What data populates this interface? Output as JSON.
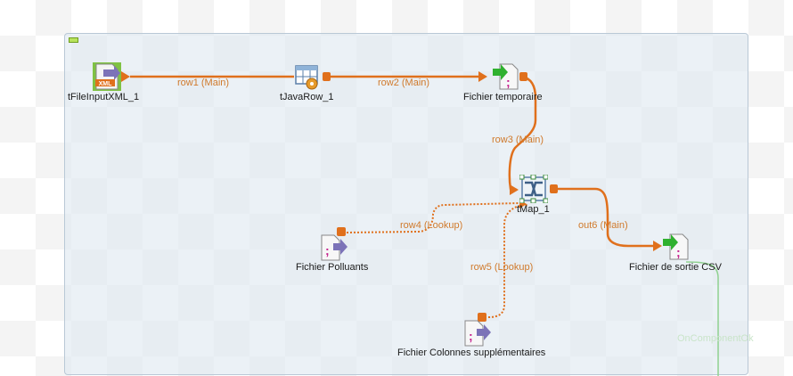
{
  "components": {
    "xml_input": "tFileInputXML_1",
    "java_row": "tJavaRow_1",
    "temp_file": "Fichier temporaire",
    "tmap": "tMap_1",
    "pollutants": "Fichier Polluants",
    "extra_columns": "Fichier Colonnes supplémentaires",
    "csv_output": "Fichier de sortie CSV"
  },
  "links": {
    "row1": "row1 (Main)",
    "row2": "row2 (Main)",
    "row3": "row3 (Main)",
    "row4": "row4 (Lookup)",
    "row5": "row5 (Lookup)",
    "out6": "out6 (Main)",
    "on_ok": "OnComponentOk"
  },
  "icons": {
    "xml_input": "xml-file-input-icon",
    "java_row": "java-row-icon",
    "temp_file": "delimited-file-icon",
    "tmap": "tmap-icon",
    "pollutants": "delimited-file-icon",
    "extra_columns": "delimited-file-icon",
    "csv_output": "delimited-file-icon"
  },
  "colors": {
    "main_link": "#e0701c",
    "on_ok_link": "#8fd18f",
    "subjob_bg": "#dee8f0"
  }
}
